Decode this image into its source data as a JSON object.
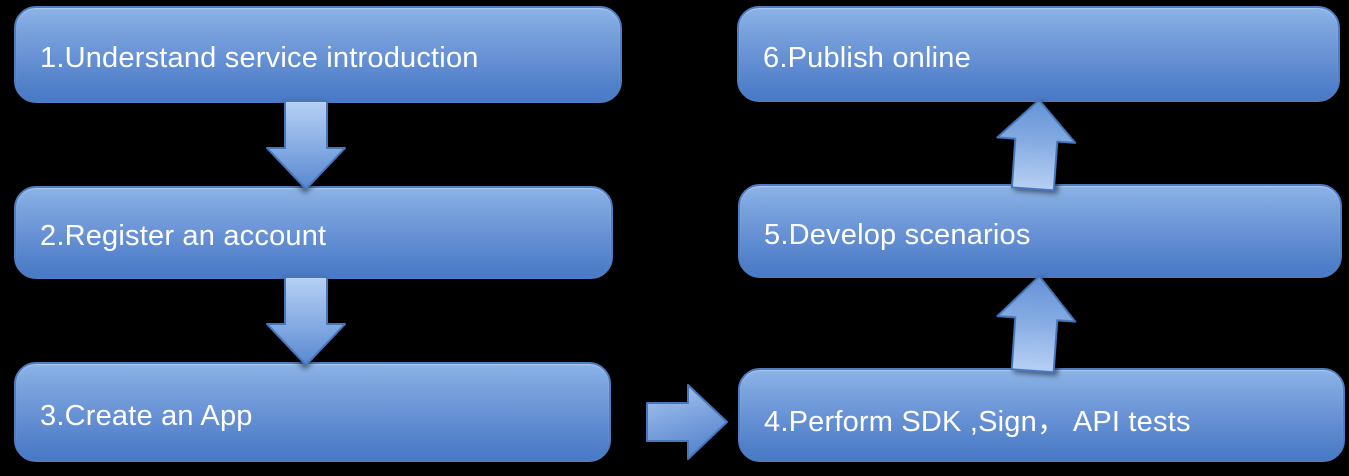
{
  "diagram": {
    "steps": [
      {
        "id": 1,
        "label": "1.Understand service introduction"
      },
      {
        "id": 2,
        "label": "2.Register an account"
      },
      {
        "id": 3,
        "label": "3.Create an App"
      },
      {
        "id": 4,
        "label": "4.Perform SDK ,Sign， API tests"
      },
      {
        "id": 5,
        "label": "5.Develop scenarios"
      },
      {
        "id": 6,
        "label": "6.Publish online"
      }
    ],
    "connectors": [
      {
        "from": 1,
        "to": 2,
        "direction": "down"
      },
      {
        "from": 2,
        "to": 3,
        "direction": "down"
      },
      {
        "from": 3,
        "to": 4,
        "direction": "right"
      },
      {
        "from": 4,
        "to": 5,
        "direction": "up"
      },
      {
        "from": 5,
        "to": 6,
        "direction": "up"
      }
    ],
    "colors": {
      "background": "#000000",
      "box_gradient_top": "#8db4e8",
      "box_gradient_bottom": "#4a7ac6",
      "box_border": "#4e7dc2",
      "arrow_gradient_light": "#b7d0f4",
      "arrow_gradient_dark": "#5986cf",
      "arrow_border": "#4777bb",
      "text": "#ffffff"
    }
  }
}
